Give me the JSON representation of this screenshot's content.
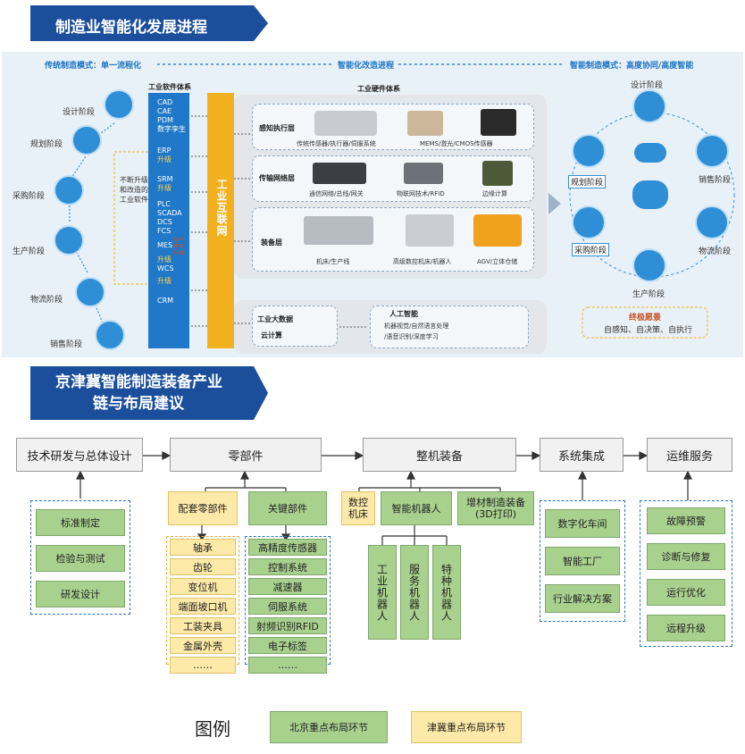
{
  "top_section": {
    "title": "制造业智能化发展进程",
    "phases": [
      "传统制造模式：单一流程化",
      "智能化改造进程",
      "智能制造模式：高度协同/高度智能"
    ],
    "left_stages": [
      "设计阶段",
      "规划阶段",
      "采购阶段",
      "生产阶段",
      "物流阶段",
      "销售阶段"
    ],
    "software_title": "工业软件体系",
    "software_items": [
      "CAD",
      "CAE",
      "PDM",
      "数字孪生",
      "ERP",
      "SRM",
      "PLC",
      "SCADA",
      "DCS",
      "FCS",
      "MES",
      "WCS",
      "CRM"
    ],
    "upgrade_label": "升级",
    "upgrade_note": "不断升级和改造的工业软件",
    "upgrade_side_note": "生产环节升级",
    "iot_label": "工业互联网",
    "hardware_title": "工业硬件体系",
    "hw_layers": [
      {
        "name": "感知执行层",
        "items": [
          "传统传感器/执行器/伺服系统",
          "MEMS/激光/CMOS传感器"
        ]
      },
      {
        "name": "传输网络层",
        "items": [
          "通信网络/总线/网关",
          "物联网技术/RFID",
          "边缘计算"
        ]
      },
      {
        "name": "装备层",
        "items": [
          "机床/生产线",
          "高级数控机床/机器人",
          "AGV/立体仓储"
        ]
      }
    ],
    "bigdata": [
      "工业大数据",
      "云计算"
    ],
    "ai_title": "人工智能",
    "ai_items": [
      "机器视觉/自然语言处理",
      "/语音识别/深度学习"
    ],
    "right_stages": [
      "设计阶段",
      "规划阶段",
      "销售阶段",
      "采购阶段",
      "物流阶段",
      "生产阶段"
    ],
    "vision_title": "终极愿景",
    "vision_text": "自感知、自决策、自执行"
  },
  "bottom_section": {
    "title_line1": "京津冀智能制造装备产业",
    "title_line2": "链与布局建议",
    "chain": [
      "技术研发与总体设计",
      "零部件",
      "整机装备",
      "系统集成",
      "运维服务"
    ],
    "rd_items": [
      "标准制定",
      "检验与测试",
      "研发设计"
    ],
    "parts_groups": [
      "配套零部件",
      "关键部件"
    ],
    "support_parts": [
      "轴承",
      "齿轮",
      "变位机",
      "端面坡口机",
      "工装夹具",
      "金属外壳",
      "……"
    ],
    "key_parts": [
      "高精度传感器",
      "控制系统",
      "减速器",
      "伺服系统",
      "射频识别RFID",
      "电子标签",
      "……"
    ],
    "equipment": [
      "数控机床",
      "智能机器人",
      "增材制造装备(3D打印)"
    ],
    "robots": [
      "工业机器人",
      "服务机器人",
      "特种机器人"
    ],
    "integration": [
      "数字化车间",
      "智能工厂",
      "行业解决方案"
    ],
    "services": [
      "故障预警",
      "诊断与修复",
      "运行优化",
      "远程升级"
    ],
    "legend_title": "图例",
    "legend_items": [
      "北京重点布局环节",
      "津冀重点布局环节"
    ]
  },
  "colors": {
    "banner": "#1b4e9b",
    "green": "#a9d18e",
    "yellow": "#fde9a8",
    "blue": "#1f78c8",
    "orange": "#f2b01e"
  }
}
